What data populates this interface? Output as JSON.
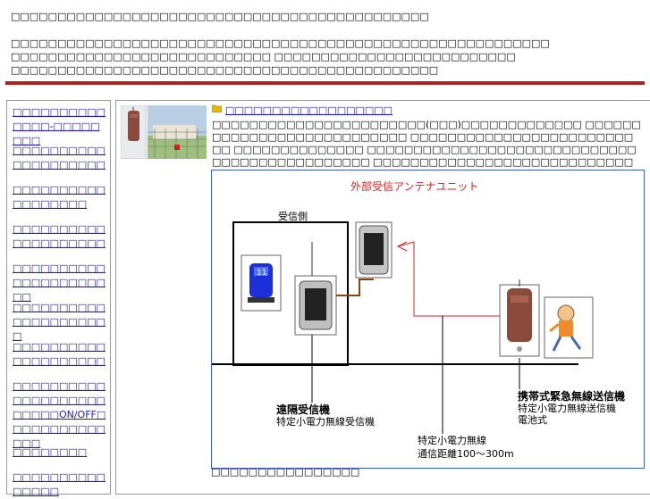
{
  "header": {
    "line1": "□□□□□□□□□□□□□□□□□□□□□□□□□□□□□□□□□□□□□□□□□□□□□",
    "line2": "□□□□□□□□□□□□□□□□□□□□□□□□□□□□□□□□□□□□□□□□□□□□□□□□□□□□□□□□□□",
    "line3": "□□□□□□□□□□□□□□□□□□□□□□□□□□□□ □□□□□□□□□□□□□□□□□□□□□□□□□□",
    "line4": "□□□□□□□□□□□□□□□□□□□□□□□□□□□□□□□□□□□□□□□□□□□□□□"
  },
  "sidebar": {
    "items": [
      {
        "label": "□□□□□□□□□□□□□□-□□□□□□□□"
      },
      {
        "label": "□□□□□□□□□□□□□□□□□□□□"
      },
      {
        "label": "□□□□□□□□□□□□□□□□□□"
      },
      {
        "label": "□□□□□□□□□□□□□□□□□□□□"
      },
      {
        "label": "□□□□□□□□□□□□□□□□□□□□□□"
      },
      {
        "label": "□□□□□□□□□□□□□□□□□□□□□"
      },
      {
        "label": "□□□□□□□□□□□□□□□□□□□□"
      },
      {
        "label": "□□□□□□□□□□□□□□□□□□□□□□□□□ON/OFF□□□□□□□□□□□□□□"
      },
      {
        "label": "□□□□□□□□"
      },
      {
        "label": "□□□□□□□□□□□□□□□"
      }
    ]
  },
  "article": {
    "title": "□□□□□□□□□□□□□□□□□□",
    "intro": "□□□□□□□□□□□□□□□□□□□□□□□(□□□)□□□□□□□□□□□□□ □□□□□□□□□□□□□□□□□□□□□□□□□□□ □□□□□□□□□□□□□□□□□□□□□□□□□□ □□□□□□□□□□□□□□ □□□□□□□□□□□□□□□□□□□□□□□□□□□□□□□□□□□□□□□□□□□□□□ □□□□□□□□□□□□□□□□□□□□□□□□□□□□",
    "caption": "□□□□□□□□□□□□□□□□"
  },
  "diagram": {
    "antenna_label": "外部受信アンテナユニット",
    "receiver_side_label": "受信側",
    "remote_receiver_title": "遠隔受信機",
    "remote_receiver_sub": "特定小電力無線受信機",
    "portable_title": "携帯式緊急無線送信機",
    "portable_sub1": "特定小電力無線送信機",
    "portable_sub2": "電池式",
    "radio_line1": "特定小電力無線",
    "radio_line2": "通信距離100〜300m"
  },
  "colors": {
    "accent_red": "#b22222",
    "link_blue": "#1a1acc",
    "diagram_border": "#3d5bd4",
    "antenna_label_red": "#e02020"
  }
}
